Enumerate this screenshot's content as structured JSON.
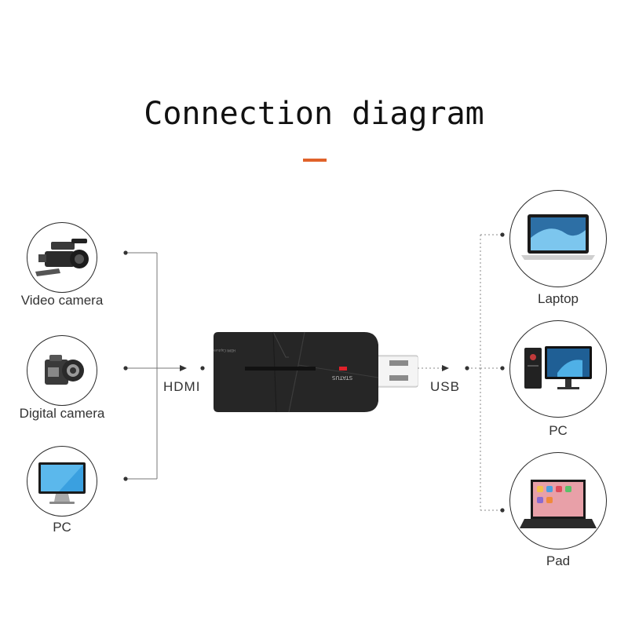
{
  "title": "Connection diagram",
  "accent_color": "#e0622a",
  "inputs": [
    {
      "label": "Video camera",
      "icon": "video-camera-icon"
    },
    {
      "label": "Digital camera",
      "icon": "digital-camera-icon"
    },
    {
      "label": "PC",
      "icon": "pc-monitor-icon"
    }
  ],
  "outputs": [
    {
      "label": "Laptop",
      "icon": "laptop-icon"
    },
    {
      "label": "PC",
      "icon": "pc-desktop-icon"
    },
    {
      "label": "Pad",
      "icon": "tablet-icon"
    }
  ],
  "ports": {
    "input": "HDMI",
    "output": "USB"
  },
  "device": {
    "status_text": "STATUS",
    "model_text": "HDMI Capture",
    "status_color": "#e0212a"
  }
}
